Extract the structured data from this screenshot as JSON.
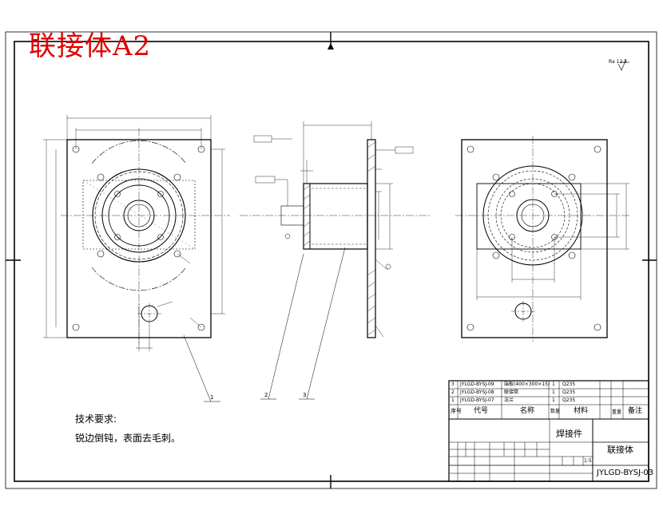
{
  "sheet": {
    "title": "联接体A2",
    "tech_req_title": "技术要求:",
    "tech_req_text": "锐边倒钝，表面去毛刺。"
  },
  "part_labels": [
    "1",
    "2",
    "3"
  ],
  "title_block": {
    "parts": [
      {
        "no": "3",
        "code": "JYLGD-BYSJ-09",
        "name": "端板(400×300×15)",
        "qty": "1",
        "material": "Q235"
      },
      {
        "no": "2",
        "code": "JYLGD-BYSJ-08",
        "name": "联接筒",
        "qty": "1",
        "material": "Q235"
      },
      {
        "no": "1",
        "code": "JYLGD-BYSJ-07",
        "name": "法兰",
        "qty": "1",
        "material": "Q235"
      }
    ],
    "header": {
      "no": "序号",
      "code": "代号",
      "name": "名称",
      "qty": "数量",
      "material": "材料",
      "weight": "重量",
      "note": "备注"
    },
    "weldment": "焊接件",
    "part_name": "联接体",
    "drawing_no": "JYLGD-BYSJ-03",
    "scale": "1:5"
  },
  "colors": {
    "title_red": "#e00000",
    "line": "#000000"
  }
}
